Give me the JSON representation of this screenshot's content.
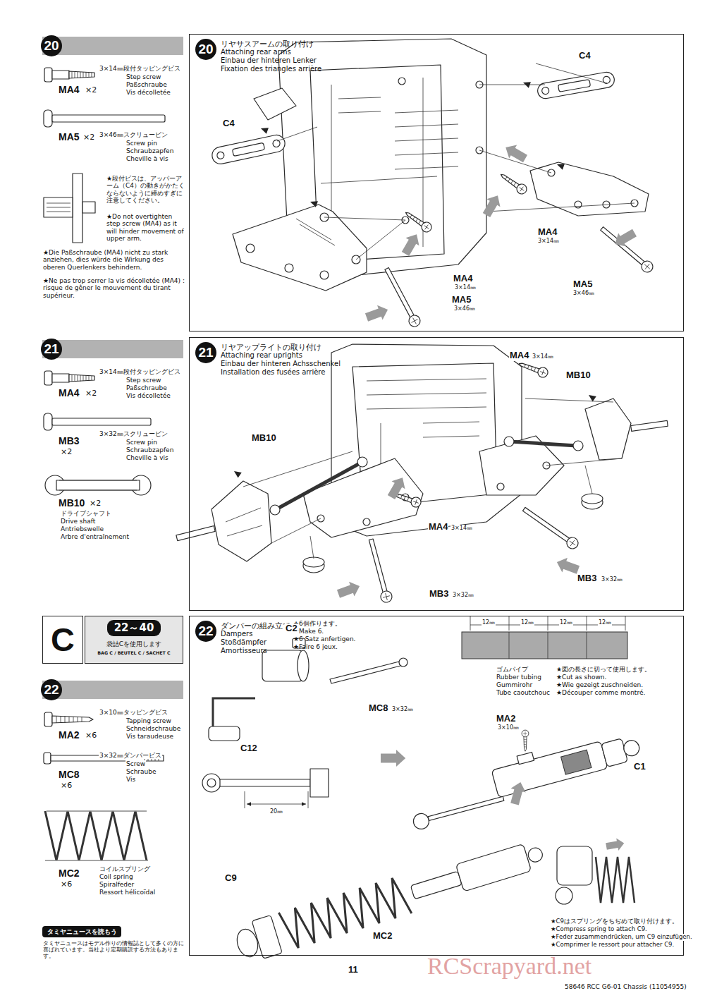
{
  "diagram": {
    "nodes": [
      {
        "text": [
          "20"
        ]
      },
      {
        "text": [
          "20",
          "リヤサスアームの取り付け",
          "Attaching rear arms",
          "Einbau der hinteren Lenker",
          "Fixation des triangles arrière"
        ]
      },
      {
        "text": [
          "21"
        ]
      },
      {
        "text": [
          "21",
          "リヤアップライトの取り付け",
          "Attaching rear uprights",
          "Einbau der hinteren Achsschenkel",
          "Installation des fusées arrière"
        ]
      },
      {
        "text": [
          "C"
        ]
      },
      {
        "text": [
          "22～40",
          "袋詰Cを使用します",
          "BAG C / BEUTEL C / SACHET C"
        ]
      },
      {
        "text": [
          "22"
        ]
      },
      {
        "text": [
          "22",
          "ダンパーの組み立て",
          "Dampers",
          "Stoßdämpfer",
          "Amortisseurs",
          "★6個作ります。",
          "★Make 6.",
          "★6 Satz anfertigen.",
          "★Faire 6 jeux."
        ]
      },
      {
        "text": [
          "タミヤニュースを読もう"
        ]
      }
    ],
    "labels": [
      "3×14㎜段付タッピングビス",
      "Step screw",
      "Paßschraube",
      "Vis décolletée",
      "MA4",
      "×2",
      "3×46㎜スクリューピン",
      "Screw pin",
      "Schraubzapfen",
      "Cheville à vis",
      "MA5",
      "×2",
      "★段付ビスは、アッパーアーム（C4）の動きがかたくならないように締めすぎに注意してください。",
      "★Do not overtighten step screw (MA4) as it will hinder movement of upper arm.",
      "★Die Paßschraube (MA4) nicht zu stark anziehen, dies würde die Wirkung des oberen Querlenkers behindern.",
      "★Ne pas trop serrer la vis décolletée (MA4) : risque de gêner le mouvement du tirant supérieur.",
      "3×14㎜段付タッピングビス",
      "Step screw",
      "Paßschraube",
      "Vis décolletée",
      "MA4",
      "×2",
      "3×32㎜スクリューピン",
      "Screw pin",
      "Schraubzapfen",
      "Cheville à vis",
      "MB3",
      "×2",
      "MB10",
      "×2",
      "ドライブシャフト",
      "Drive shaft",
      "Antriebswelle",
      "Arbre d'entraînement",
      "3×10㎜タッピングビス",
      "Tapping screw",
      "Schneidschraube",
      "Vis taraudeuse",
      "MA2",
      "×6",
      "3×32㎜ダンパービス",
      "Screw",
      "Schraube",
      "Vis",
      "MC8",
      "×6",
      "コイルスプリング",
      "Coil spring",
      "Spiralfeder",
      "Ressort hélicoïdal",
      "MC2",
      "×6",
      "タミヤニュースはモデル作りの情報誌として多くの方に喜ばれています。当社より定期購読する方法もあります。",
      "C4",
      "C4",
      "MA4",
      "3×14㎜",
      "MA4",
      "3×14㎜",
      "MA5",
      "3×46㎜",
      "MA5",
      "3×46㎜",
      "MA4",
      "3×14㎜",
      "MB10",
      "MB10",
      "MA4",
      "3×14㎜",
      "MB3",
      "3×32㎜",
      "MB3",
      "3×32㎜",
      "C2",
      "MC8",
      "3×32㎜",
      "C12",
      "20㎜",
      "12㎜",
      "12㎜",
      "12㎜",
      "12㎜",
      "ゴムパイプ",
      "Rubber tubing",
      "Gummirohr",
      "Tube caoutchouc",
      "★図の長さに切って使用します。",
      "★Cut as shown.",
      "★Wie gezeigt zuschneiden.",
      "★Découper comme montré.",
      "MA2",
      "3×10㎜",
      "C1",
      "C9",
      "MC2",
      "★C9はスプリングをちぢめて取り付けます。",
      "★Compress spring to attach C9.",
      "★Feder zusammendrücken, um C9 einzufügen.",
      "★Comprimer le ressort pour attacher C9.",
      "RCScrapyard.net",
      "11",
      "58646 RCC G6-01 Chassis (11054955)"
    ]
  }
}
